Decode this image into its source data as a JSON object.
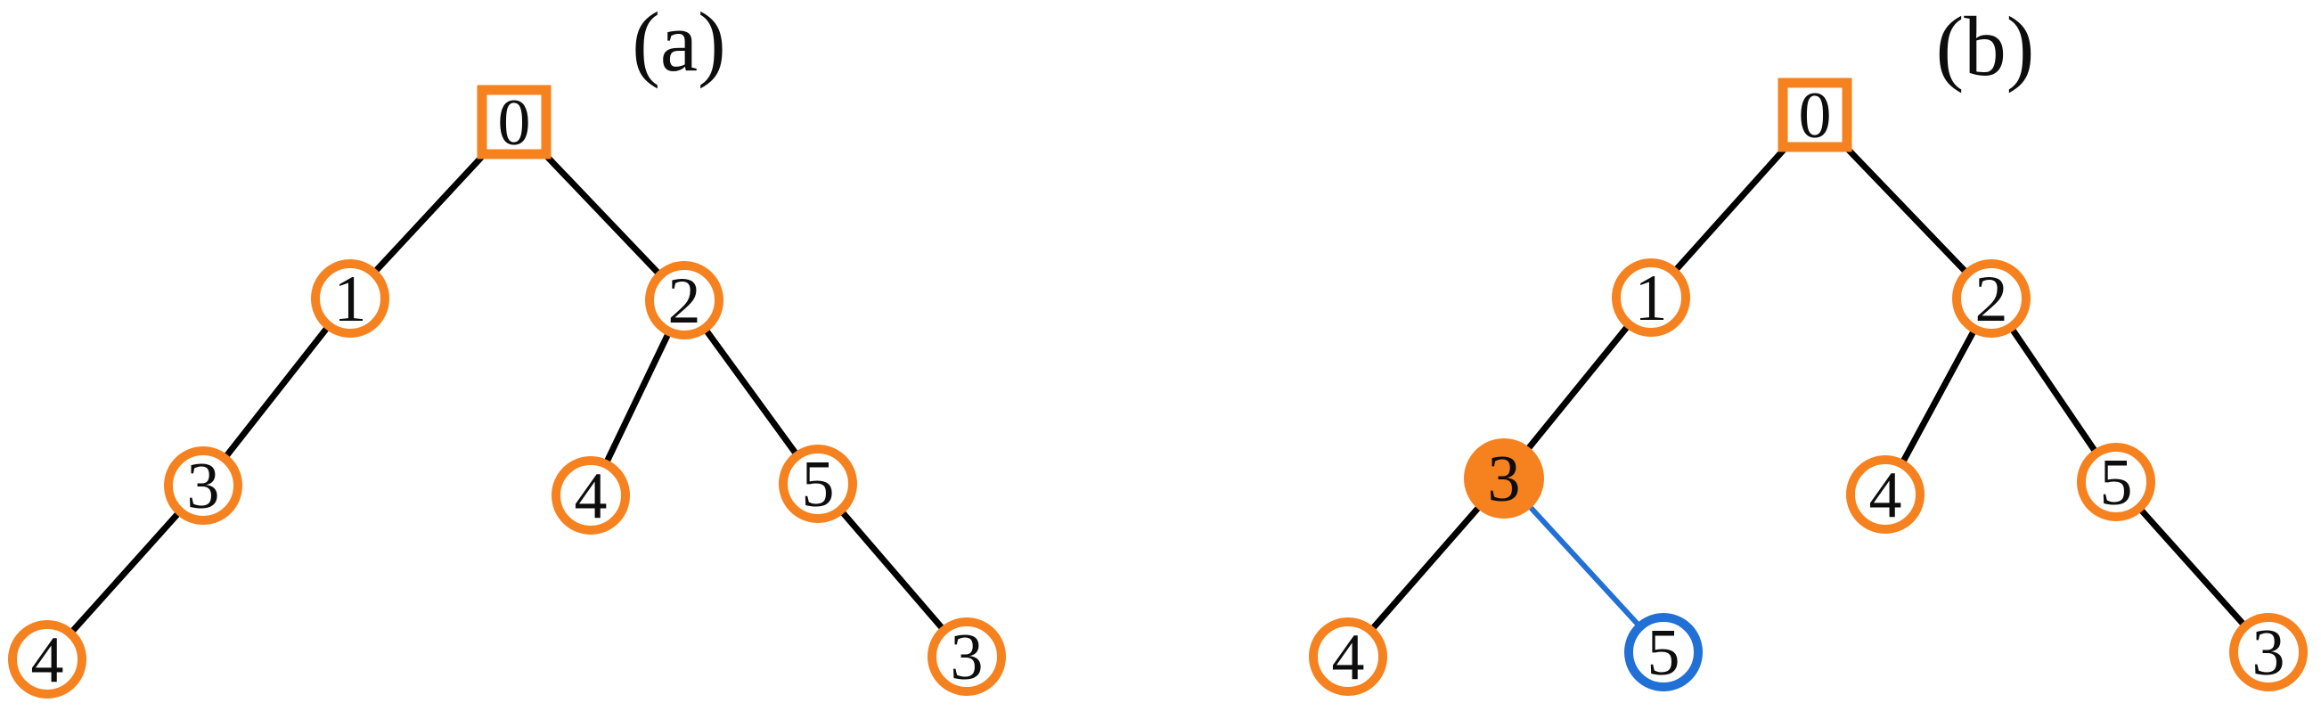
{
  "figure": {
    "description": "Two binary-tree diagrams, panel (a) and panel (b)",
    "colors": {
      "node_outline_orange": "#F6811F",
      "node_fill_highlight_orange": "#F6811F",
      "node_outline_blue": "#2170D6",
      "edge_black": "#000000",
      "edge_blue": "#2170D6",
      "text_black": "#0d0d0d",
      "background": "#ffffff"
    },
    "panels": [
      {
        "label": "(a)",
        "nodes": [
          {
            "id": "a-root",
            "label": "0",
            "shape": "square",
            "style": "orange-outline"
          },
          {
            "id": "a-1",
            "label": "1",
            "shape": "circle",
            "style": "orange-outline"
          },
          {
            "id": "a-2",
            "label": "2",
            "shape": "circle",
            "style": "orange-outline"
          },
          {
            "id": "a-3",
            "label": "3",
            "shape": "circle",
            "style": "orange-outline"
          },
          {
            "id": "a-4-left",
            "label": "4",
            "shape": "circle",
            "style": "orange-outline"
          },
          {
            "id": "a-4-mid",
            "label": "4",
            "shape": "circle",
            "style": "orange-outline"
          },
          {
            "id": "a-5",
            "label": "5",
            "shape": "circle",
            "style": "orange-outline"
          },
          {
            "id": "a-3-right",
            "label": "3",
            "shape": "circle",
            "style": "orange-outline"
          }
        ],
        "edges": [
          {
            "from": "a-root",
            "to": "a-1",
            "color": "black"
          },
          {
            "from": "a-root",
            "to": "a-2",
            "color": "black"
          },
          {
            "from": "a-1",
            "to": "a-3",
            "color": "black"
          },
          {
            "from": "a-3",
            "to": "a-4-left",
            "color": "black"
          },
          {
            "from": "a-2",
            "to": "a-4-mid",
            "color": "black"
          },
          {
            "from": "a-2",
            "to": "a-5",
            "color": "black"
          },
          {
            "from": "a-5",
            "to": "a-3-right",
            "color": "black"
          }
        ]
      },
      {
        "label": "(b)",
        "nodes": [
          {
            "id": "b-root",
            "label": "0",
            "shape": "square",
            "style": "orange-outline"
          },
          {
            "id": "b-1",
            "label": "1",
            "shape": "circle",
            "style": "orange-outline"
          },
          {
            "id": "b-2",
            "label": "2",
            "shape": "circle",
            "style": "orange-outline"
          },
          {
            "id": "b-3",
            "label": "3",
            "shape": "circle",
            "style": "orange-filled"
          },
          {
            "id": "b-4-left",
            "label": "4",
            "shape": "circle",
            "style": "orange-outline"
          },
          {
            "id": "b-5-blue",
            "label": "5",
            "shape": "circle",
            "style": "blue-outline"
          },
          {
            "id": "b-4-mid",
            "label": "4",
            "shape": "circle",
            "style": "orange-outline"
          },
          {
            "id": "b-5",
            "label": "5",
            "shape": "circle",
            "style": "orange-outline"
          },
          {
            "id": "b-3-right",
            "label": "3",
            "shape": "circle",
            "style": "orange-outline"
          }
        ],
        "edges": [
          {
            "from": "b-root",
            "to": "b-1",
            "color": "black"
          },
          {
            "from": "b-root",
            "to": "b-2",
            "color": "black"
          },
          {
            "from": "b-1",
            "to": "b-3",
            "color": "black"
          },
          {
            "from": "b-3",
            "to": "b-4-left",
            "color": "black"
          },
          {
            "from": "b-3",
            "to": "b-5-blue",
            "color": "blue"
          },
          {
            "from": "b-2",
            "to": "b-4-mid",
            "color": "black"
          },
          {
            "from": "b-2",
            "to": "b-5",
            "color": "black"
          },
          {
            "from": "b-5",
            "to": "b-3-right",
            "color": "black"
          }
        ]
      }
    ]
  }
}
